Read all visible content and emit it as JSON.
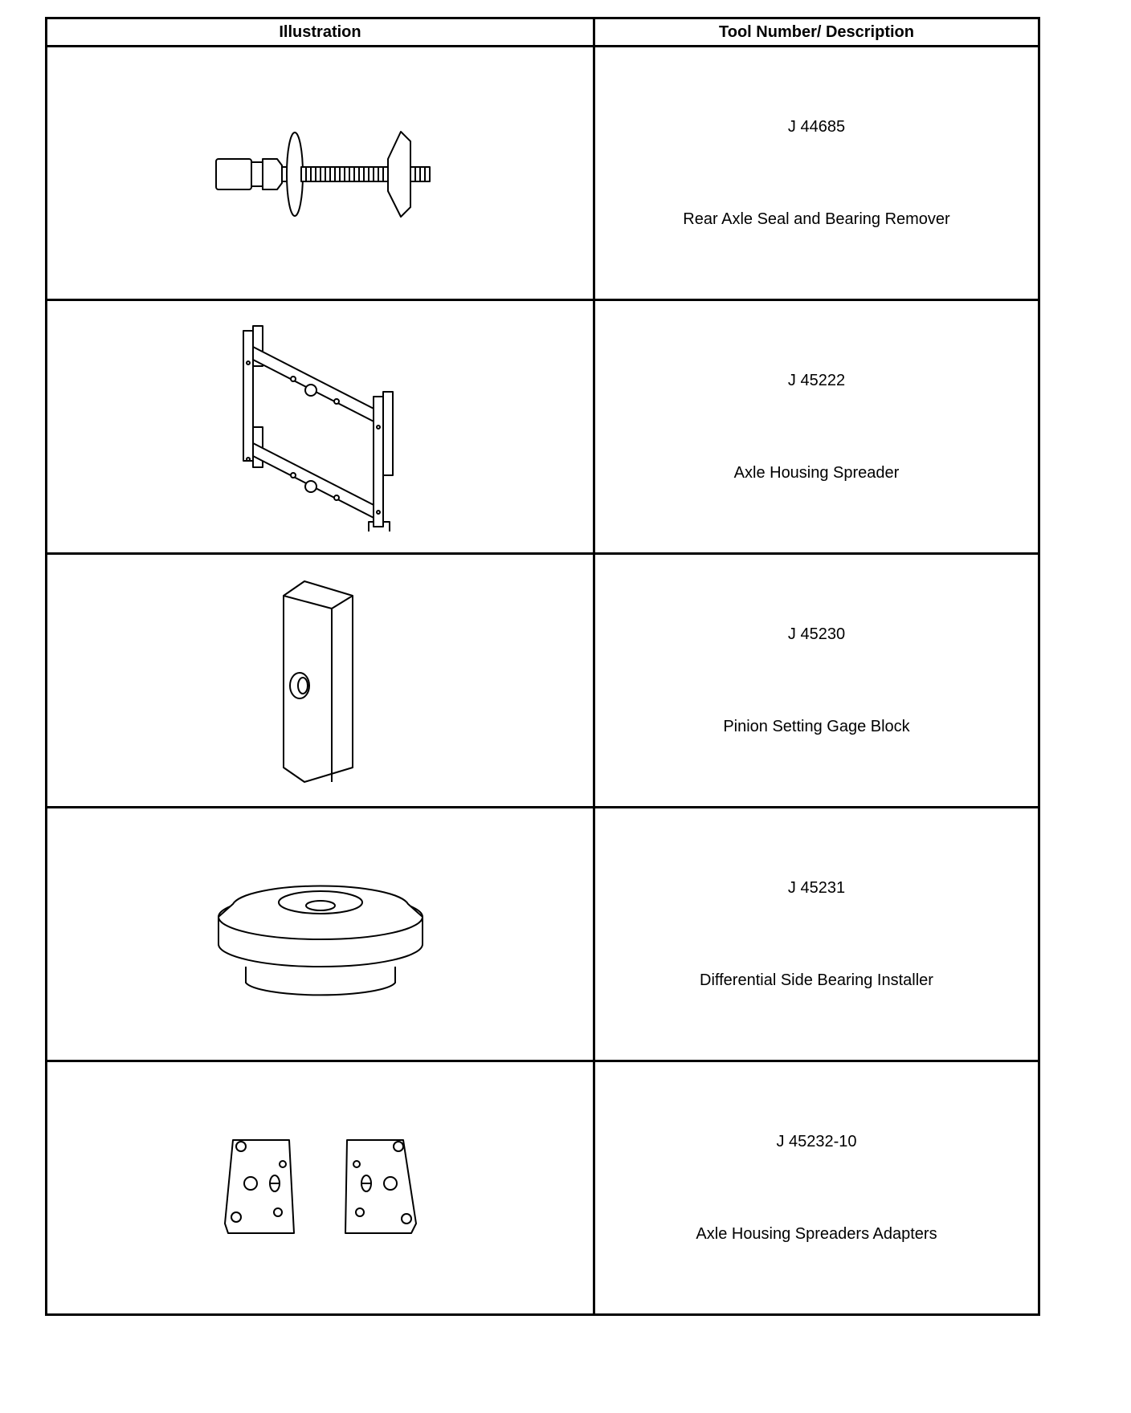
{
  "table": {
    "headers": [
      "Illustration",
      "Tool Number/ Description"
    ],
    "rows": [
      {
        "tool_number": "J 44685",
        "description": "Rear Axle Seal and Bearing Remover",
        "icon": "axle-seal-bearing-remover-icon"
      },
      {
        "tool_number": "J 45222",
        "description": "Axle Housing Spreader",
        "icon": "axle-housing-spreader-icon"
      },
      {
        "tool_number": "J 45230",
        "description": "Pinion Setting Gage Block",
        "icon": "gage-block-icon"
      },
      {
        "tool_number": "J 45231",
        "description": "Differential Side Bearing Installer",
        "icon": "bearing-installer-icon"
      },
      {
        "tool_number": "J 45232-10",
        "description": "Axle Housing Spreaders Adapters",
        "icon": "spreader-adapters-icon"
      }
    ]
  }
}
